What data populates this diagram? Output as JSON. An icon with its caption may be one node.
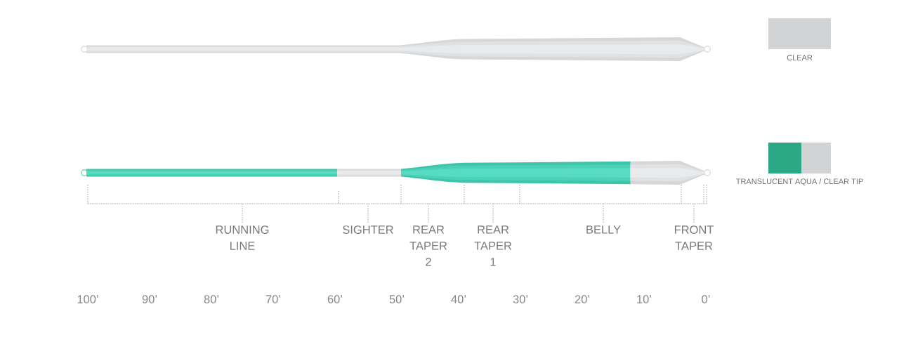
{
  "diagram": {
    "nodes": [
      {
        "text": [
          "RUNNING LINE"
        ]
      },
      {
        "text": [
          "SIGHTER"
        ]
      },
      {
        "text": [
          "REAR TAPER 2"
        ]
      },
      {
        "text": [
          "REAR TAPER 1"
        ]
      },
      {
        "text": [
          "BELLY"
        ]
      },
      {
        "text": [
          "FRONT TAPER"
        ]
      }
    ],
    "edges": [
      {
        "from": 0,
        "to": null,
        "arrow": "none"
      },
      {
        "from": 1,
        "to": null,
        "arrow": "none"
      },
      {
        "from": 2,
        "to": null,
        "arrow": "none"
      },
      {
        "from": 3,
        "to": null,
        "arrow": "none"
      },
      {
        "from": 4,
        "to": null,
        "arrow": "none"
      },
      {
        "from": 5,
        "to": null,
        "arrow": "none"
      }
    ],
    "labels": [
      "100’",
      "90’",
      "80’",
      "70’",
      "60’",
      "50’",
      "40’",
      "30’",
      "20’",
      "10’",
      "0’"
    ],
    "legend": [
      {
        "text": "CLEAR",
        "color": "#d2d3d5"
      },
      {
        "text": "TRANSLUCENT AQUA / CLEAR TIP"
      }
    ]
  }
}
